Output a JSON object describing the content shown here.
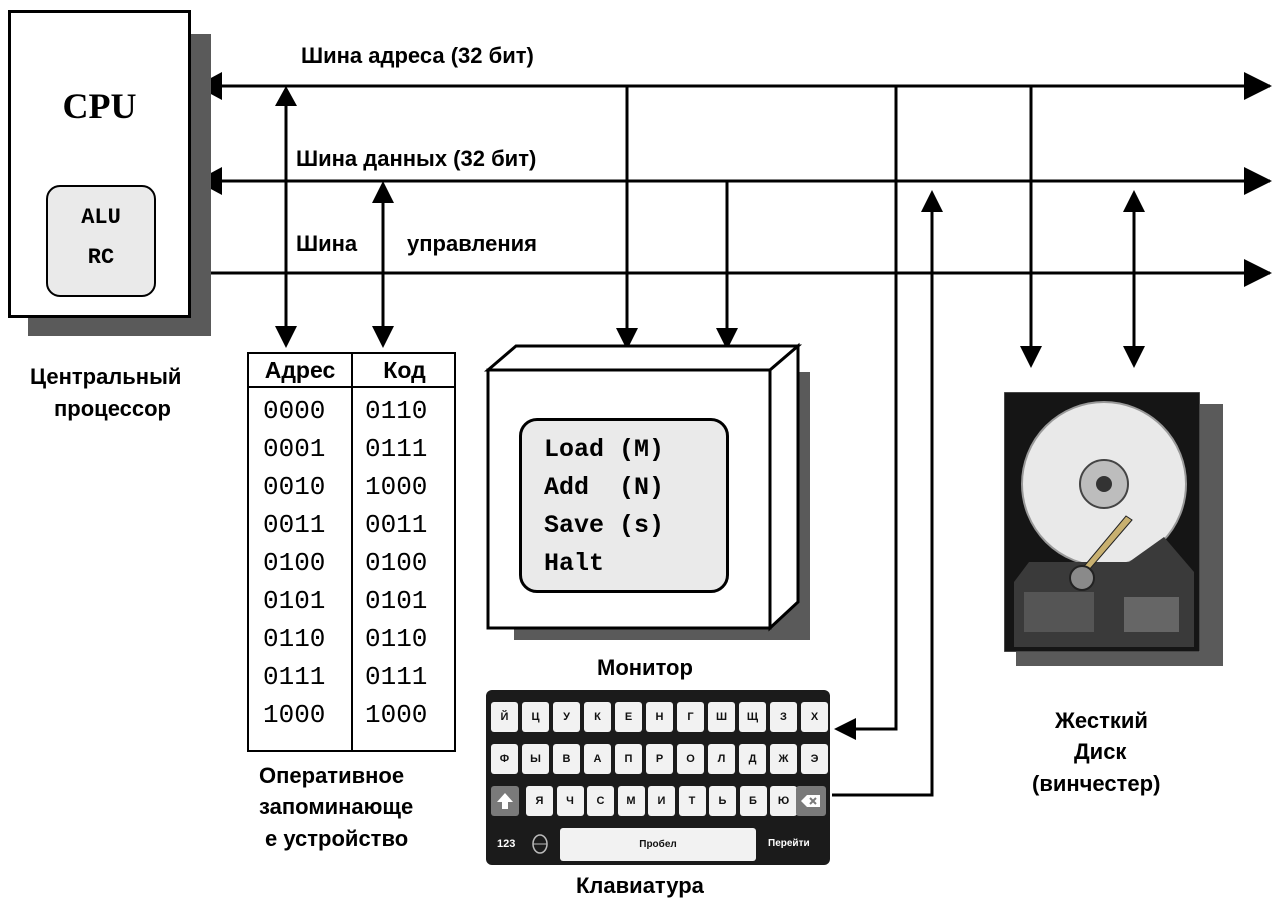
{
  "cpu": {
    "title": "CPU",
    "inner_line1": "ALU",
    "inner_line2": "RC",
    "caption_line1": "Центральный",
    "caption_line2": "процессор"
  },
  "buses": {
    "address": "Шина адреса (32 бит)",
    "data": "Шина данных (32 бит)",
    "control_part1": "Шина",
    "control_part2": "управления"
  },
  "memory": {
    "header_address": "Адрес",
    "header_code": "Код",
    "rows": [
      {
        "address": "0000",
        "code": "0110"
      },
      {
        "address": "0001",
        "code": "0111"
      },
      {
        "address": "0010",
        "code": "1000"
      },
      {
        "address": "0011",
        "code": "0011"
      },
      {
        "address": "0100",
        "code": "0100"
      },
      {
        "address": "0101",
        "code": "0101"
      },
      {
        "address": "0110",
        "code": "0110"
      },
      {
        "address": "0111",
        "code": "0111"
      },
      {
        "address": "1000",
        "code": "1000"
      }
    ],
    "caption_line1": "Оперативное",
    "caption_line2": "запоминающе",
    "caption_line3": "е устройство"
  },
  "monitor": {
    "lines": [
      "Load (M)",
      "Add  (N)",
      "Save (s)",
      "Halt"
    ],
    "caption": "Монитор"
  },
  "keyboard": {
    "row1": [
      "Й",
      "Ц",
      "У",
      "К",
      "Е",
      "Н",
      "Г",
      "Ш",
      "Щ",
      "З",
      "Х"
    ],
    "row2": [
      "Ф",
      "Ы",
      "В",
      "А",
      "П",
      "Р",
      "О",
      "Л",
      "Д",
      "Ж",
      "Э"
    ],
    "row3": [
      "Я",
      "Ч",
      "С",
      "М",
      "И",
      "Т",
      "Ь",
      "Б",
      "Ю"
    ],
    "shift_icon": "shift-arrow-icon",
    "backspace_icon": "backspace-icon",
    "num_label": "123",
    "space_label": "Пробел",
    "go_label": "Перейти",
    "caption": "Клавиатура"
  },
  "disk": {
    "caption_line1": "Жесткий",
    "caption_line2": "Диск",
    "caption_line3": "(винчестер)"
  }
}
